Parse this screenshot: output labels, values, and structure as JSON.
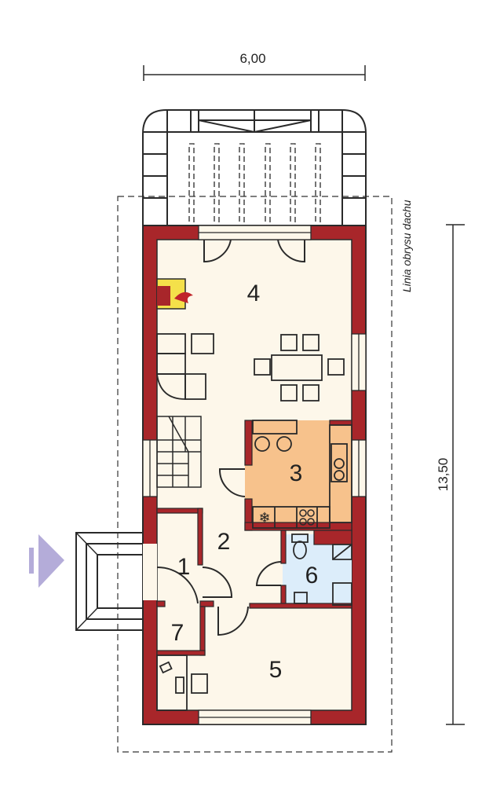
{
  "dimensions": {
    "width_label": "6,00",
    "length_label": "13,50"
  },
  "roof_outline_label": "Linia obrysu dachu",
  "rooms": [
    {
      "number": "1"
    },
    {
      "number": "2"
    },
    {
      "number": "3"
    },
    {
      "number": "4"
    },
    {
      "number": "5"
    },
    {
      "number": "6"
    },
    {
      "number": "7"
    }
  ],
  "colors": {
    "wall": "#a8262a",
    "floor": "#fdf7ea",
    "kitchen": "#f7c28c",
    "bathroom": "#dcedfa",
    "entrance_arrow": "#b4acd9",
    "fireplace": "#f4e04a"
  }
}
